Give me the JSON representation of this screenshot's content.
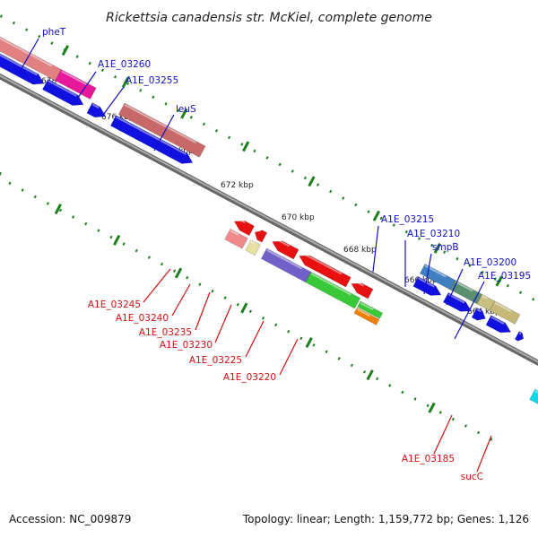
{
  "title": "Rickettsia canadensis str. McKiel, complete genome",
  "footer": {
    "accession": "Accession: NC_009879",
    "info": "Topology: linear; Length: 1,159,772 bp; Genes: 1,126"
  },
  "colors": {
    "backbone": "#888888",
    "tick": "#1e7e1e",
    "forward_label": "#1010c8",
    "reverse_label": "#d01010"
  },
  "ticks": [
    "678 kbp",
    "676 kbp",
    "674 kbp",
    "672 kbp",
    "670 kbp",
    "668 kbp",
    "666 kbp",
    "664 kbp"
  ],
  "forward_gene_labels": [
    "pheT",
    "A1E_03260",
    "A1E_03255",
    "leuS",
    "A1E_03215",
    "A1E_03210",
    "smpB",
    "A1E_03200",
    "A1E_03195"
  ],
  "reverse_gene_labels": [
    "A1E_03245",
    "A1E_03240",
    "A1E_03235",
    "A1E_03230",
    "A1E_03225",
    "A1E_03220",
    "A1E_03185",
    "sucC"
  ]
}
